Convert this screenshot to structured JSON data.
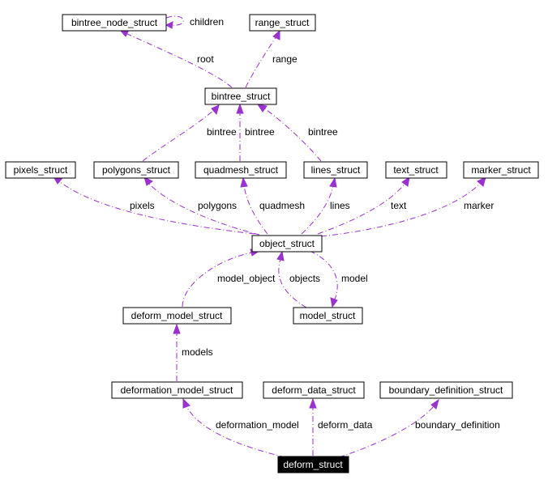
{
  "nodes": {
    "bintree_node_struct": "bintree_node_struct",
    "range_struct": "range_struct",
    "bintree_struct": "bintree_struct",
    "pixels_struct": "pixels_struct",
    "polygons_struct": "polygons_struct",
    "quadmesh_struct": "quadmesh_struct",
    "lines_struct": "lines_struct",
    "text_struct": "text_struct",
    "marker_struct": "marker_struct",
    "object_struct": "object_struct",
    "deform_model_struct": "deform_model_struct",
    "model_struct": "model_struct",
    "deformation_model_struct": "deformation_model_struct",
    "deform_data_struct": "deform_data_struct",
    "boundary_definition_struct": "boundary_definition_struct",
    "deform_struct": "deform_struct"
  },
  "edges": {
    "children": "children",
    "root": "root",
    "range": "range",
    "bintree_polygons": "bintree",
    "bintree_quadmesh": "bintree",
    "bintree_lines": "bintree",
    "pixels": "pixels",
    "polygons": "polygons",
    "quadmesh": "quadmesh",
    "lines": "lines",
    "text": "text",
    "marker": "marker",
    "model_object": "model_object",
    "objects": "objects",
    "model": "model",
    "models": "models",
    "deformation_model": "deformation_model",
    "deform_data": "deform_data",
    "boundary_definition": "boundary_definition"
  },
  "colors": {
    "edge": "#9a32cd",
    "node_border": "#000000",
    "focus_fill": "#000000",
    "focus_text": "#ffffff"
  }
}
